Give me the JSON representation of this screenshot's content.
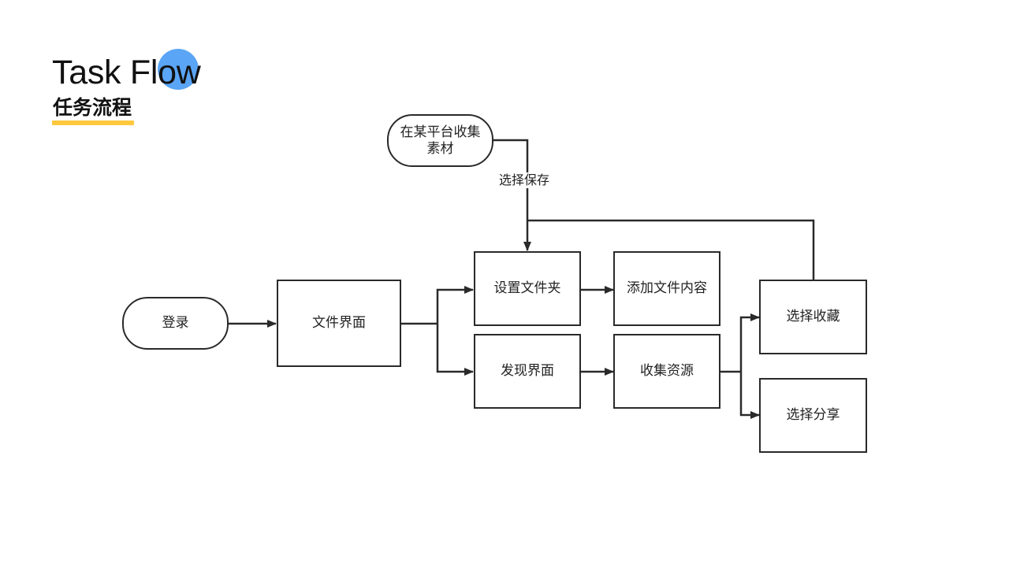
{
  "header": {
    "title_en": "Task Flow",
    "title_zh": "任务流程",
    "accent_color": "#5aa5f5",
    "underline_color": "#ffc83d"
  },
  "diagram": {
    "stroke_color": "#2a2a2a",
    "nodes": {
      "collect": {
        "line1": "在某平台收集",
        "line2": "素材"
      },
      "login": "登录",
      "file_view": "文件界面",
      "set_folder": "设置文件夹",
      "add_content": "添加文件内容",
      "discover": "发现界面",
      "collect_resources": "收集资源",
      "choose_favorite": "选择收藏",
      "choose_share": "选择分享"
    },
    "edge_labels": {
      "save": "选择保存"
    }
  }
}
